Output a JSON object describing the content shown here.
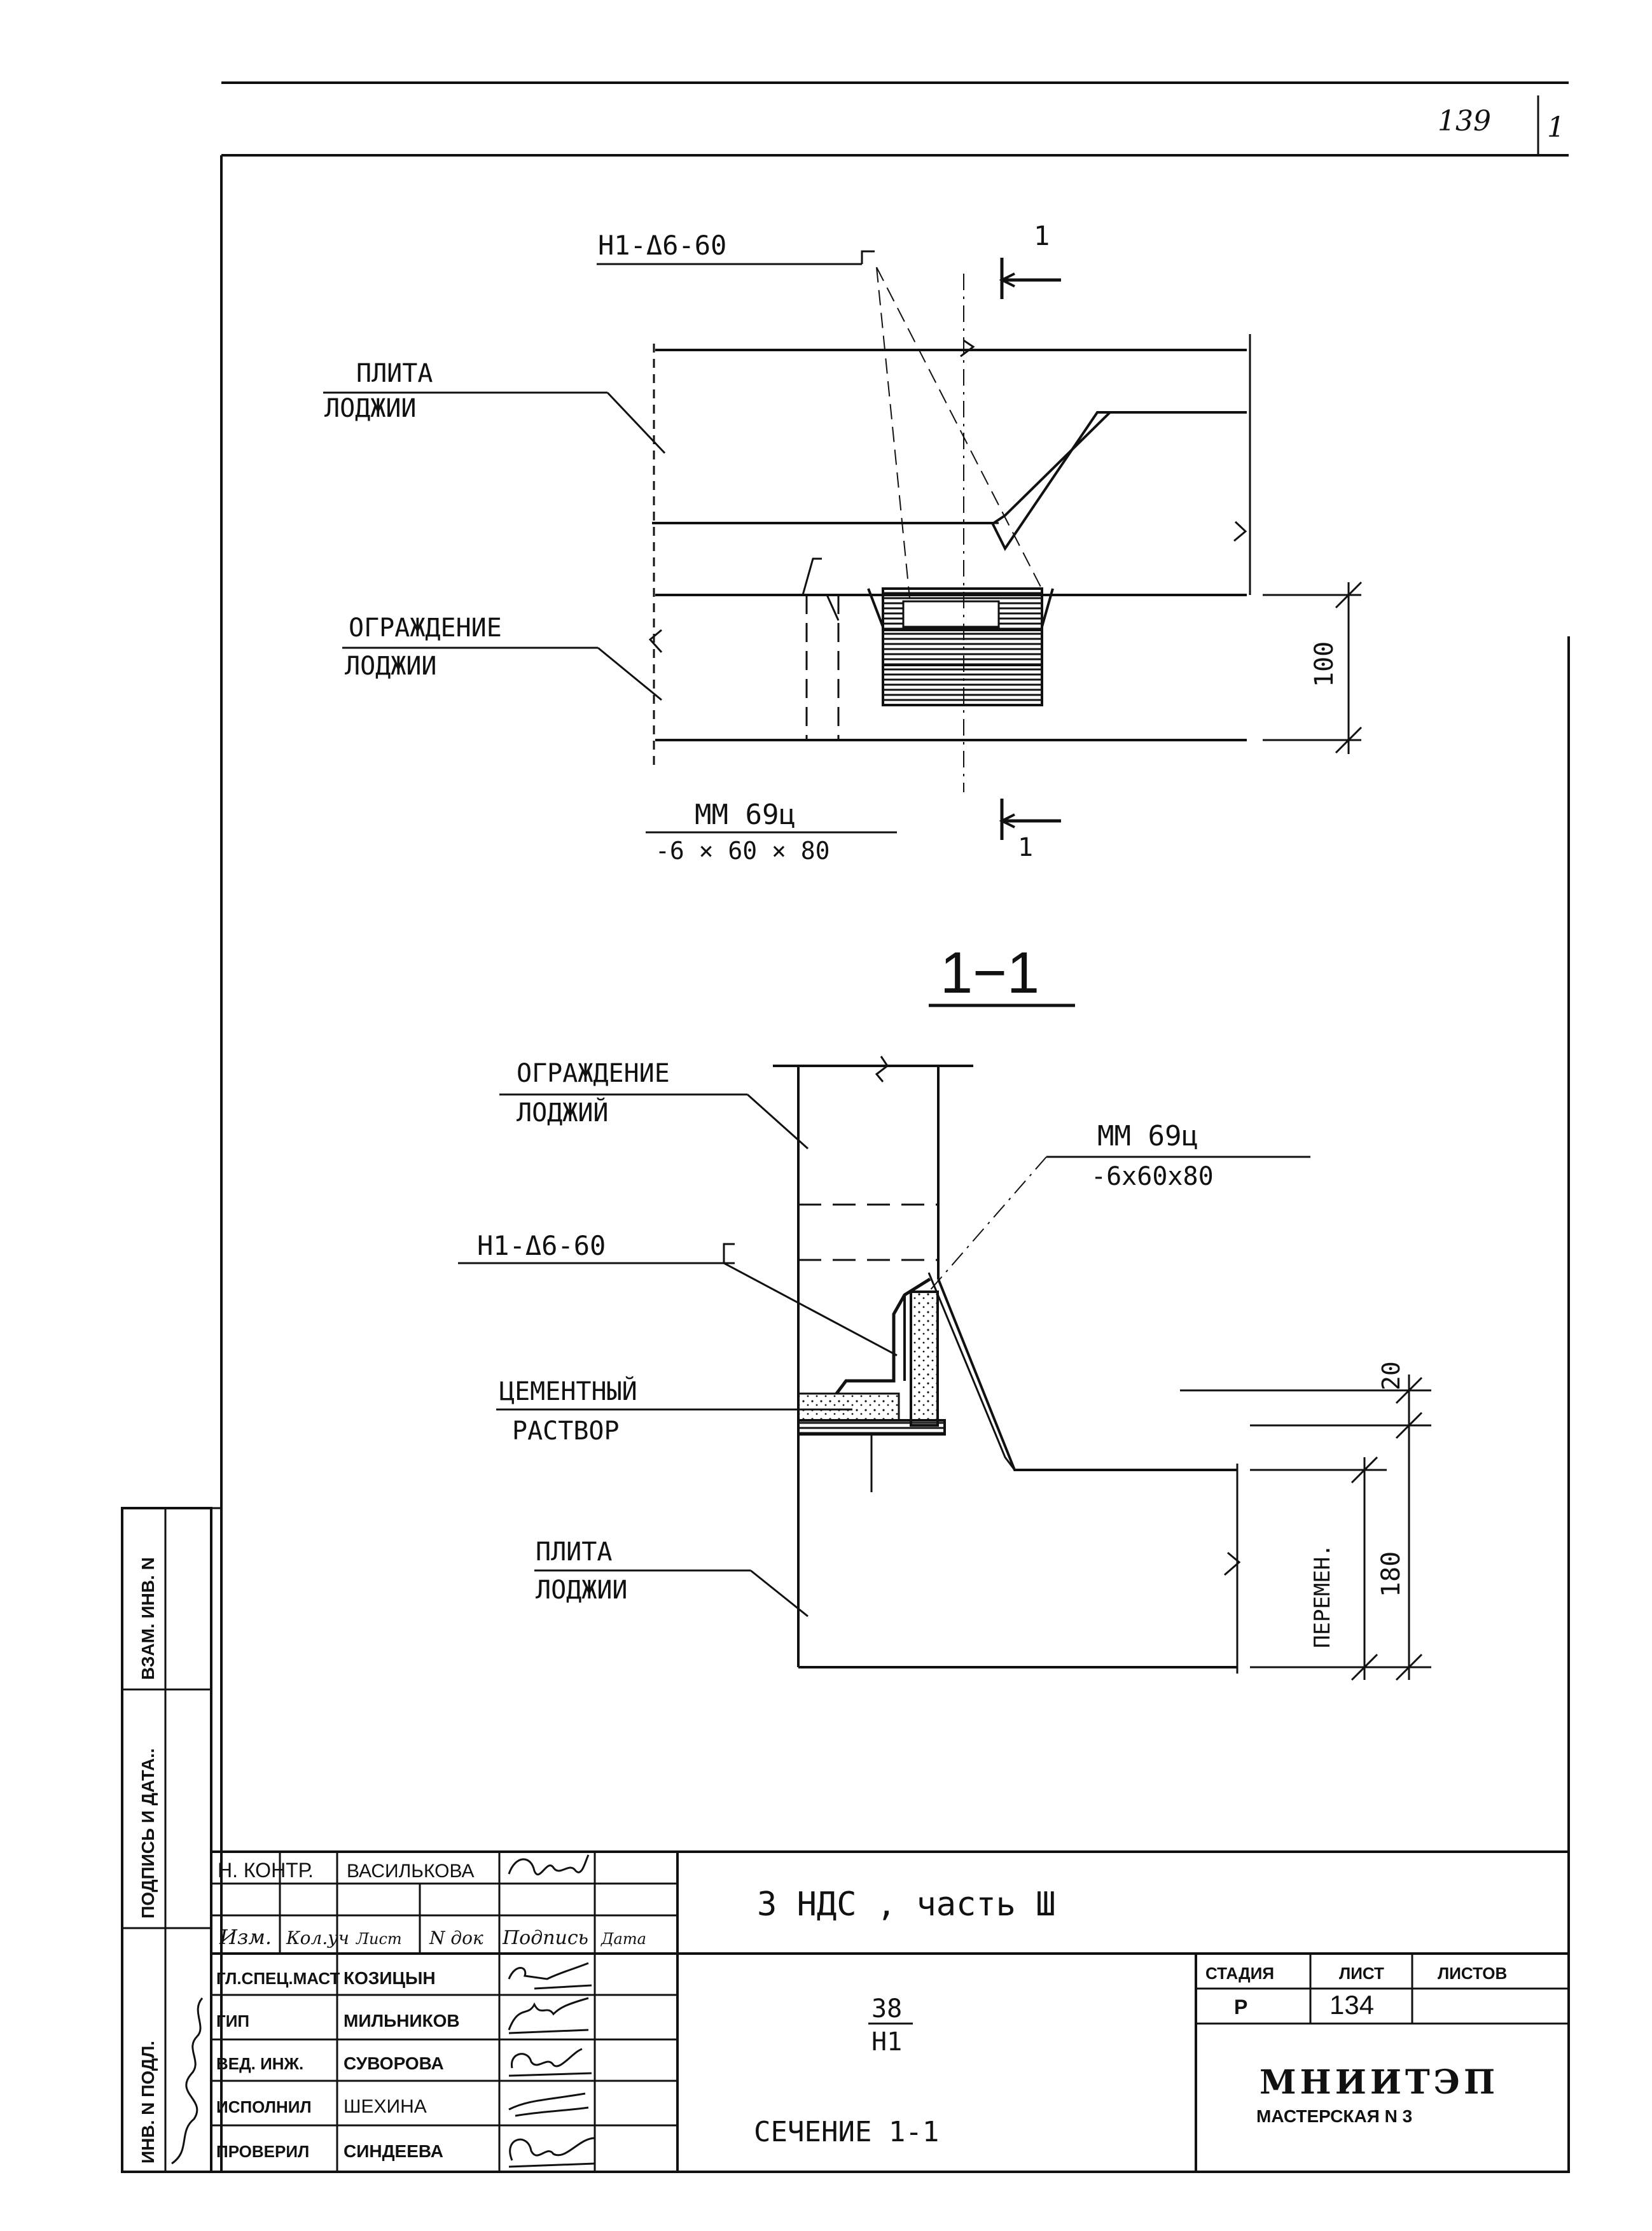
{
  "sheet_number": "139",
  "sheet_suffix": "1",
  "plan": {
    "anchor_label": "Н1-Δ6-60",
    "slab_label": [
      "ПЛИТА",
      "ЛОДЖИИ"
    ],
    "fence_label": [
      "ОГРАЖДЕНИЕ",
      "ЛОДЖИИ"
    ],
    "plate_label": [
      "ММ 69ц",
      "-6 × 60 × 80"
    ],
    "dim_100": "100",
    "cut_mark": "1"
  },
  "section": {
    "title": "1−1",
    "fence_label": [
      "ОГРАЖДЕНИЕ",
      "ЛОДЖИЙ"
    ],
    "plate_label": [
      "ММ 69ц",
      "-6х60х80"
    ],
    "anchor_label": "Н1-Δ6-60",
    "mortar_label": [
      "ЦЕМЕНТНЫЙ",
      "РАСТВОР"
    ],
    "slab_label": [
      "ПЛИТА",
      "ЛОДЖИИ"
    ],
    "dim_20": "20",
    "dim_180": "180",
    "dim_var": "ПЕРЕМЕН."
  },
  "side_stamp": [
    "ИНВ. N ПОДЛ.",
    "ПОДПИСЬ И ДАТА..",
    "ВЗАМ. ИНВ. N"
  ],
  "title_block": {
    "norm_control_role": "Н. КОНТР.",
    "norm_control_name": "ВАСИЛЬКОВА",
    "headers": [
      "Изм.",
      "Кол.уч",
      "Лист",
      "N док",
      "Подпись",
      "Дата"
    ],
    "signers": [
      {
        "role": "ГЛ.СПЕЦ.МАСТ",
        "name": "КОЗИЦЫН"
      },
      {
        "role": "ГИП",
        "name": "МИЛЬНИКОВ"
      },
      {
        "role": "ВЕД. ИНЖ.",
        "name": "СУВОРОВА"
      },
      {
        "role": "ИСПОЛНИЛ",
        "name": "ШЕХИНА"
      },
      {
        "role": "ПРОВЕРИЛ",
        "name": "СИНДЕЕВА"
      }
    ],
    "project": "3 НДС , часть Ш",
    "code_top": "38",
    "code_bottom": "Н1",
    "sheet_title": "СЕЧЕНИЕ 1-1",
    "stage_header": "СТАДИЯ",
    "sheet_header": "ЛИСТ",
    "sheets_header": "ЛИСТОВ",
    "stage": "Р",
    "sheet": "134",
    "org": "МНИИТЭП",
    "workshop": "МАСТЕРСКАЯ N 3"
  }
}
